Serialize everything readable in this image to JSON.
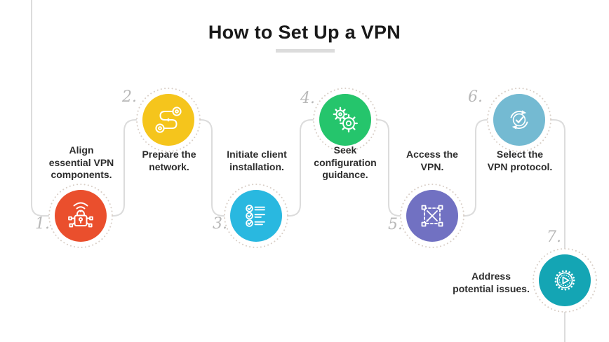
{
  "header": {
    "title": "How to Set Up a VPN"
  },
  "colors": {
    "background": "#ffffff",
    "connector_line": "#dcdcdc",
    "title_underline": "#dcdcdc",
    "dotted_ring": "#d9cfc7",
    "step_number_text": "#b8b8b8",
    "label_text": "#2d2d2d",
    "title_text": "#191919"
  },
  "steps": [
    {
      "number": "1.",
      "label": "Align essential VPN components.",
      "lines": [
        "Align",
        "essential VPN",
        "components."
      ],
      "color": "#EA4F2D",
      "icon": "secure-network-icon"
    },
    {
      "number": "2.",
      "label": "Prepare the network.",
      "lines": [
        "Prepare the",
        "network."
      ],
      "color": "#F5C51C",
      "icon": "network-route-icon"
    },
    {
      "number": "3.",
      "label": "Initiate client installation.",
      "lines": [
        "Initiate client",
        "installation."
      ],
      "color": "#29B8E0",
      "icon": "checklist-icon"
    },
    {
      "number": "4.",
      "label": "Seek configuration guidance.",
      "lines": [
        "Seek",
        "configuration",
        "guidance."
      ],
      "color": "#25C56C",
      "icon": "gears-icon"
    },
    {
      "number": "5.",
      "label": "Access the VPN.",
      "lines": [
        "Access the",
        "VPN."
      ],
      "color": "#7171C2",
      "icon": "design-select-icon"
    },
    {
      "number": "6.",
      "label": "Select the VPN protocol.",
      "lines": [
        "Select the",
        "VPN protocol."
      ],
      "color": "#74BAD2",
      "icon": "sync-check-icon"
    },
    {
      "number": "7.",
      "label": "Address potential issues.",
      "lines": [
        "Address",
        "potential issues."
      ],
      "color": "#14A5B4",
      "icon": "badge-play-icon"
    }
  ]
}
